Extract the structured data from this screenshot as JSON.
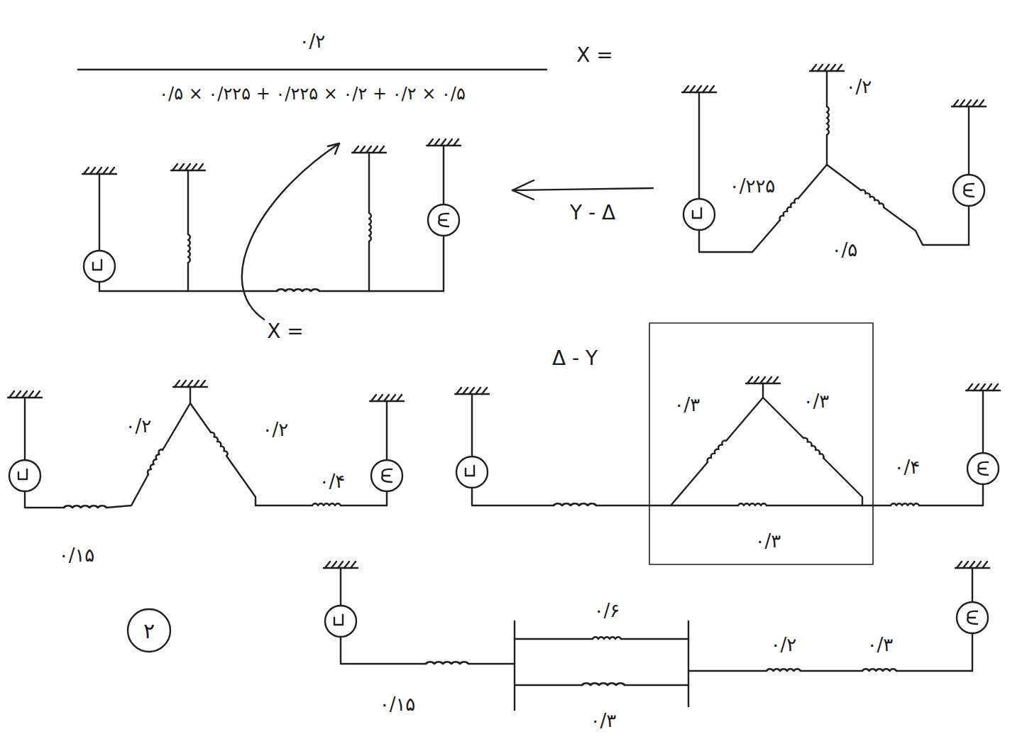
{
  "diagram": {
    "labels": [
      "۰/۲",
      "X =",
      "۰/۵ × ۰/۲۲۵ + ۰/۲۲۵ × ۰/۲ + ۰/۲ × ۰/۵",
      "۰/۲",
      "۰/۲۲۵",
      "۰/۵",
      "Y - Δ",
      "X =",
      "Δ - Y",
      "۰/۳",
      "۰/۳",
      "۰/۴",
      "۰/۳",
      "۰/۲",
      "۰/۲",
      "۰/۱۵",
      "۰/۴",
      "۲",
      "۰/۶",
      "۰/۳",
      "۰/۱۵",
      "۰/۲",
      "۰/۳"
    ]
  }
}
